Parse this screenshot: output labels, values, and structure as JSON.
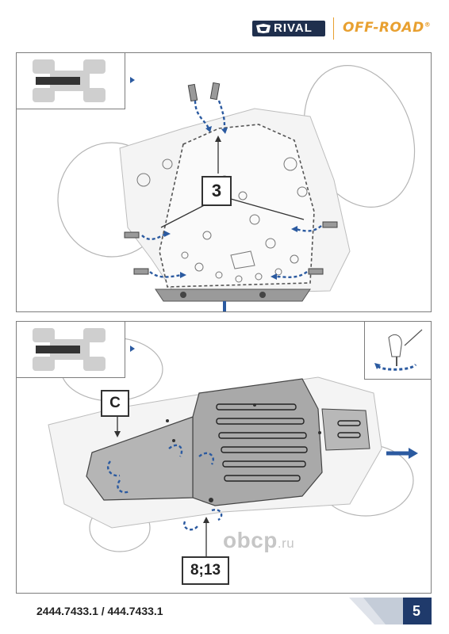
{
  "header": {
    "brand": "RIVAL",
    "sub_brand": "OFF-ROAD",
    "registered_mark": "®"
  },
  "panel_1": {
    "callout": "3"
  },
  "panel_2": {
    "callout_c": "C",
    "callout_bolts": "8;13"
  },
  "watermark": {
    "text": "obcp",
    "suffix": ".ru"
  },
  "footer": {
    "part_numbers": "2444.7433.1 / 444.7433.1",
    "page_number": "5"
  },
  "colors": {
    "brand_navy": "#1f2f4d",
    "offroad_orange": "#e8a030",
    "arrow_blue": "#2b5aa0",
    "footer_blue": "#1f3a6b"
  }
}
